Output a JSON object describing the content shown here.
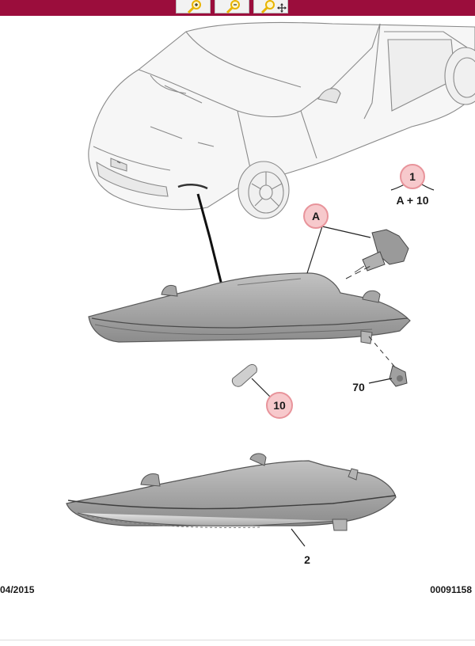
{
  "toolbar": {
    "buttons": [
      {
        "name": "zoom-in",
        "icon": "magnifier-plus-icon"
      },
      {
        "name": "zoom-out",
        "icon": "magnifier-minus-icon"
      },
      {
        "name": "zoom-pan",
        "icon": "magnifier-move-icon"
      }
    ],
    "bar_color": "#9b0d3c",
    "icon_color": "#e8b400"
  },
  "diagram": {
    "callouts": {
      "c1": "1",
      "cA": "A",
      "c10": "10"
    },
    "labels": {
      "formula": "A + 10",
      "part_70": "70",
      "part_2": "2"
    },
    "badge_fill": "#f7c9cc",
    "badge_stroke": "#e8949b",
    "badge_text_color": "#7a4a00"
  },
  "footer": {
    "date": "04/2015",
    "reference": "00091158"
  }
}
